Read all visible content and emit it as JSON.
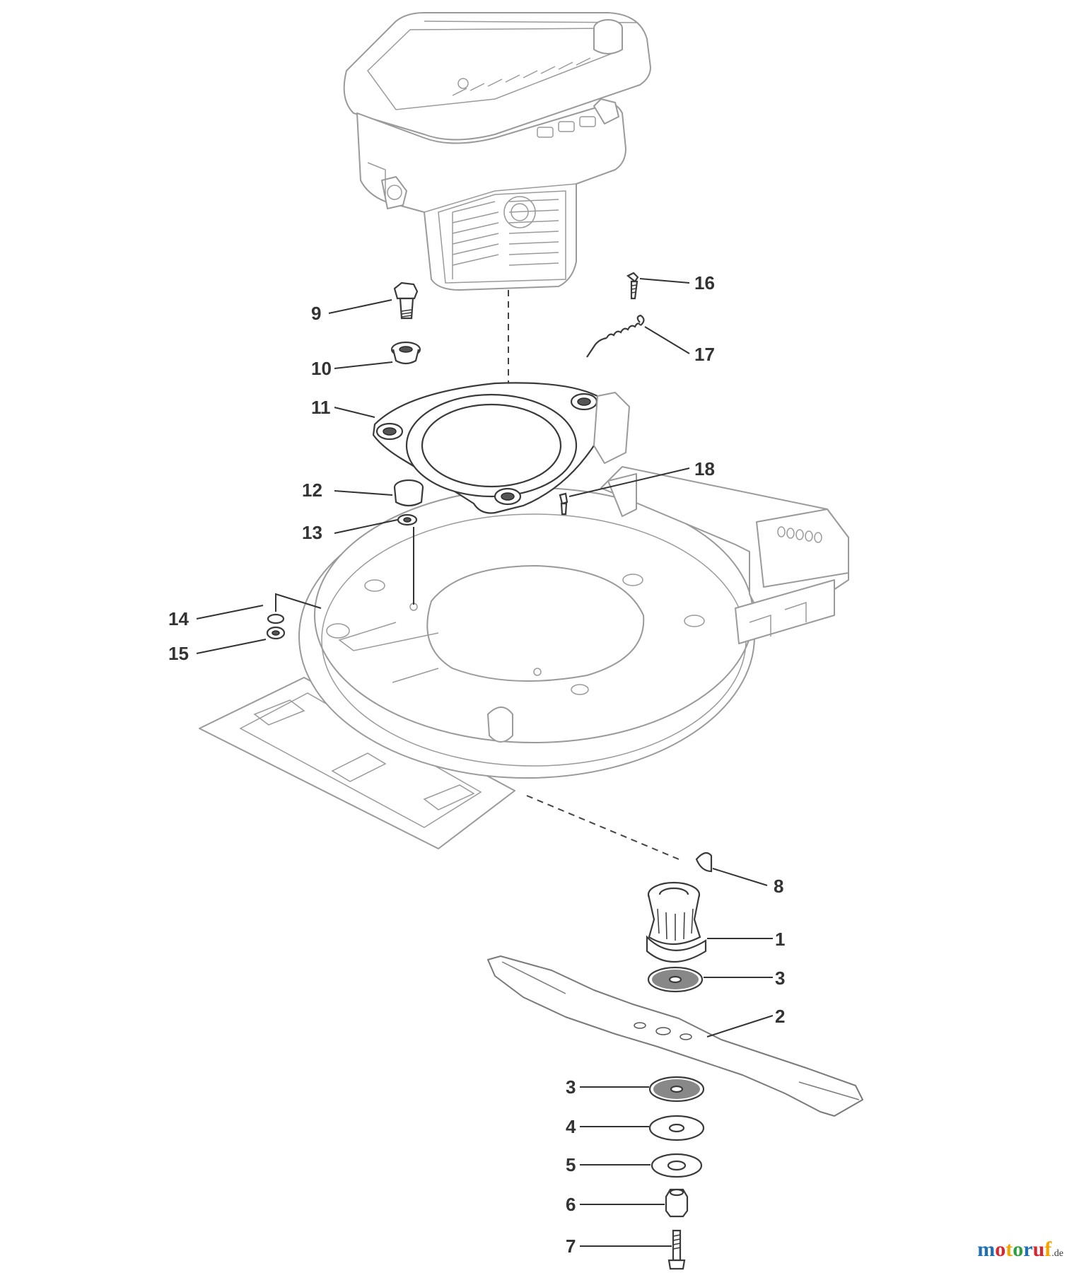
{
  "callouts": [
    {
      "id": "c1",
      "label": "1"
    },
    {
      "id": "c2",
      "label": "2"
    },
    {
      "id": "c3a",
      "label": "3"
    },
    {
      "id": "c3b",
      "label": "3"
    },
    {
      "id": "c4",
      "label": "4"
    },
    {
      "id": "c5",
      "label": "5"
    },
    {
      "id": "c6",
      "label": "6"
    },
    {
      "id": "c7",
      "label": "7"
    },
    {
      "id": "c8",
      "label": "8"
    },
    {
      "id": "c9",
      "label": "9"
    },
    {
      "id": "c10",
      "label": "10"
    },
    {
      "id": "c11",
      "label": "11"
    },
    {
      "id": "c12",
      "label": "12"
    },
    {
      "id": "c13",
      "label": "13"
    },
    {
      "id": "c14",
      "label": "14"
    },
    {
      "id": "c15",
      "label": "15"
    },
    {
      "id": "c16",
      "label": "16"
    },
    {
      "id": "c17",
      "label": "17"
    },
    {
      "id": "c18",
      "label": "18"
    }
  ],
  "watermark": {
    "name": "motoruf",
    "tld": ".de",
    "colors": [
      "#1f6fb2",
      "#d8262c",
      "#f4a300",
      "#2e9e3f"
    ]
  },
  "colors": {
    "line_art": "#9a9a9a",
    "callout_text": "#333333",
    "background": "#ffffff"
  }
}
